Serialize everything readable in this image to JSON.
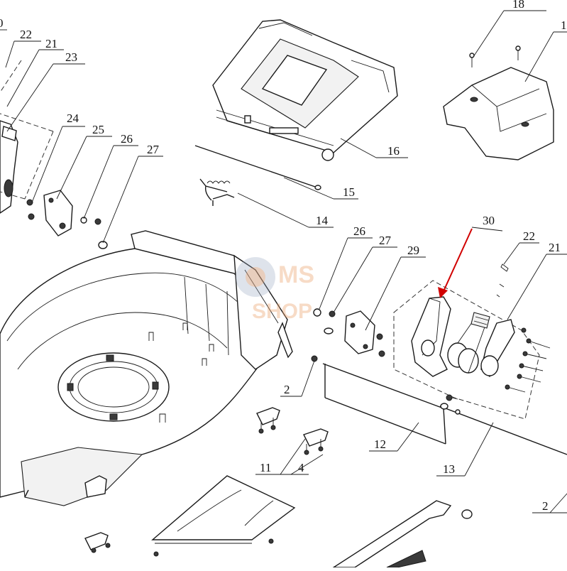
{
  "watermark": {
    "line1": "MS",
    "line2": "SHOP",
    "color": "#e9a16b"
  },
  "callout_color": "#d10000",
  "part_labels": [
    {
      "id": "lbl-0",
      "text": "0"
    },
    {
      "id": "lbl-22a",
      "text": "22"
    },
    {
      "id": "lbl-21a",
      "text": "21"
    },
    {
      "id": "lbl-23",
      "text": "23"
    },
    {
      "id": "lbl-24",
      "text": "24"
    },
    {
      "id": "lbl-25",
      "text": "25"
    },
    {
      "id": "lbl-26a",
      "text": "26"
    },
    {
      "id": "lbl-27a",
      "text": "27"
    },
    {
      "id": "lbl-18",
      "text": "18"
    },
    {
      "id": "lbl-1",
      "text": "1"
    },
    {
      "id": "lbl-16",
      "text": "16"
    },
    {
      "id": "lbl-15",
      "text": "15"
    },
    {
      "id": "lbl-14",
      "text": "14"
    },
    {
      "id": "lbl-30",
      "text": "30"
    },
    {
      "id": "lbl-26b",
      "text": "26"
    },
    {
      "id": "lbl-27b",
      "text": "27"
    },
    {
      "id": "lbl-29",
      "text": "29"
    },
    {
      "id": "lbl-22b",
      "text": "22"
    },
    {
      "id": "lbl-21b",
      "text": "21"
    },
    {
      "id": "lbl-2a",
      "text": "2"
    },
    {
      "id": "lbl-12",
      "text": "12"
    },
    {
      "id": "lbl-11",
      "text": "11"
    },
    {
      "id": "lbl-4",
      "text": "4"
    },
    {
      "id": "lbl-13",
      "text": "13"
    },
    {
      "id": "lbl-2b",
      "text": "2"
    }
  ]
}
